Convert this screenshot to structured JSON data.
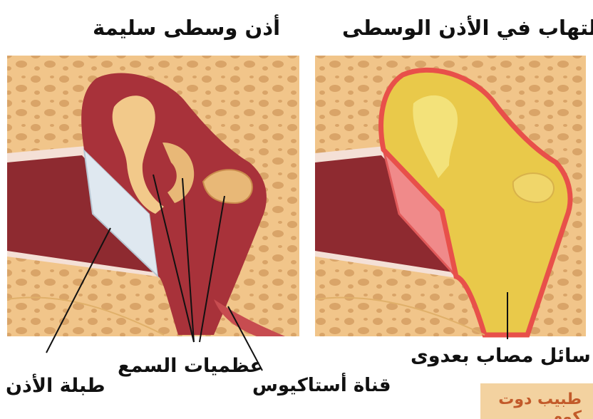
{
  "panels": {
    "left": {
      "title": "أذن وسطى سليمة"
    },
    "right": {
      "title": "التهاب في الأذن الوسطى"
    }
  },
  "labels": {
    "eardrum": "طبلة الأذن",
    "ossicles": "عظميات السمع",
    "eustachian_tube": "قناة أستاكيوس",
    "infected_fluid": "سائل مصاب بعدوى"
  },
  "watermark": "طبيب دوت كوم",
  "colors": {
    "bone": "#f1c58a",
    "bone_dot": "#d9a468",
    "tissue": "#a8323a",
    "canal": "#8e2a30",
    "inflamed": "#e8504a",
    "fluid": "#e9c94a"
  }
}
